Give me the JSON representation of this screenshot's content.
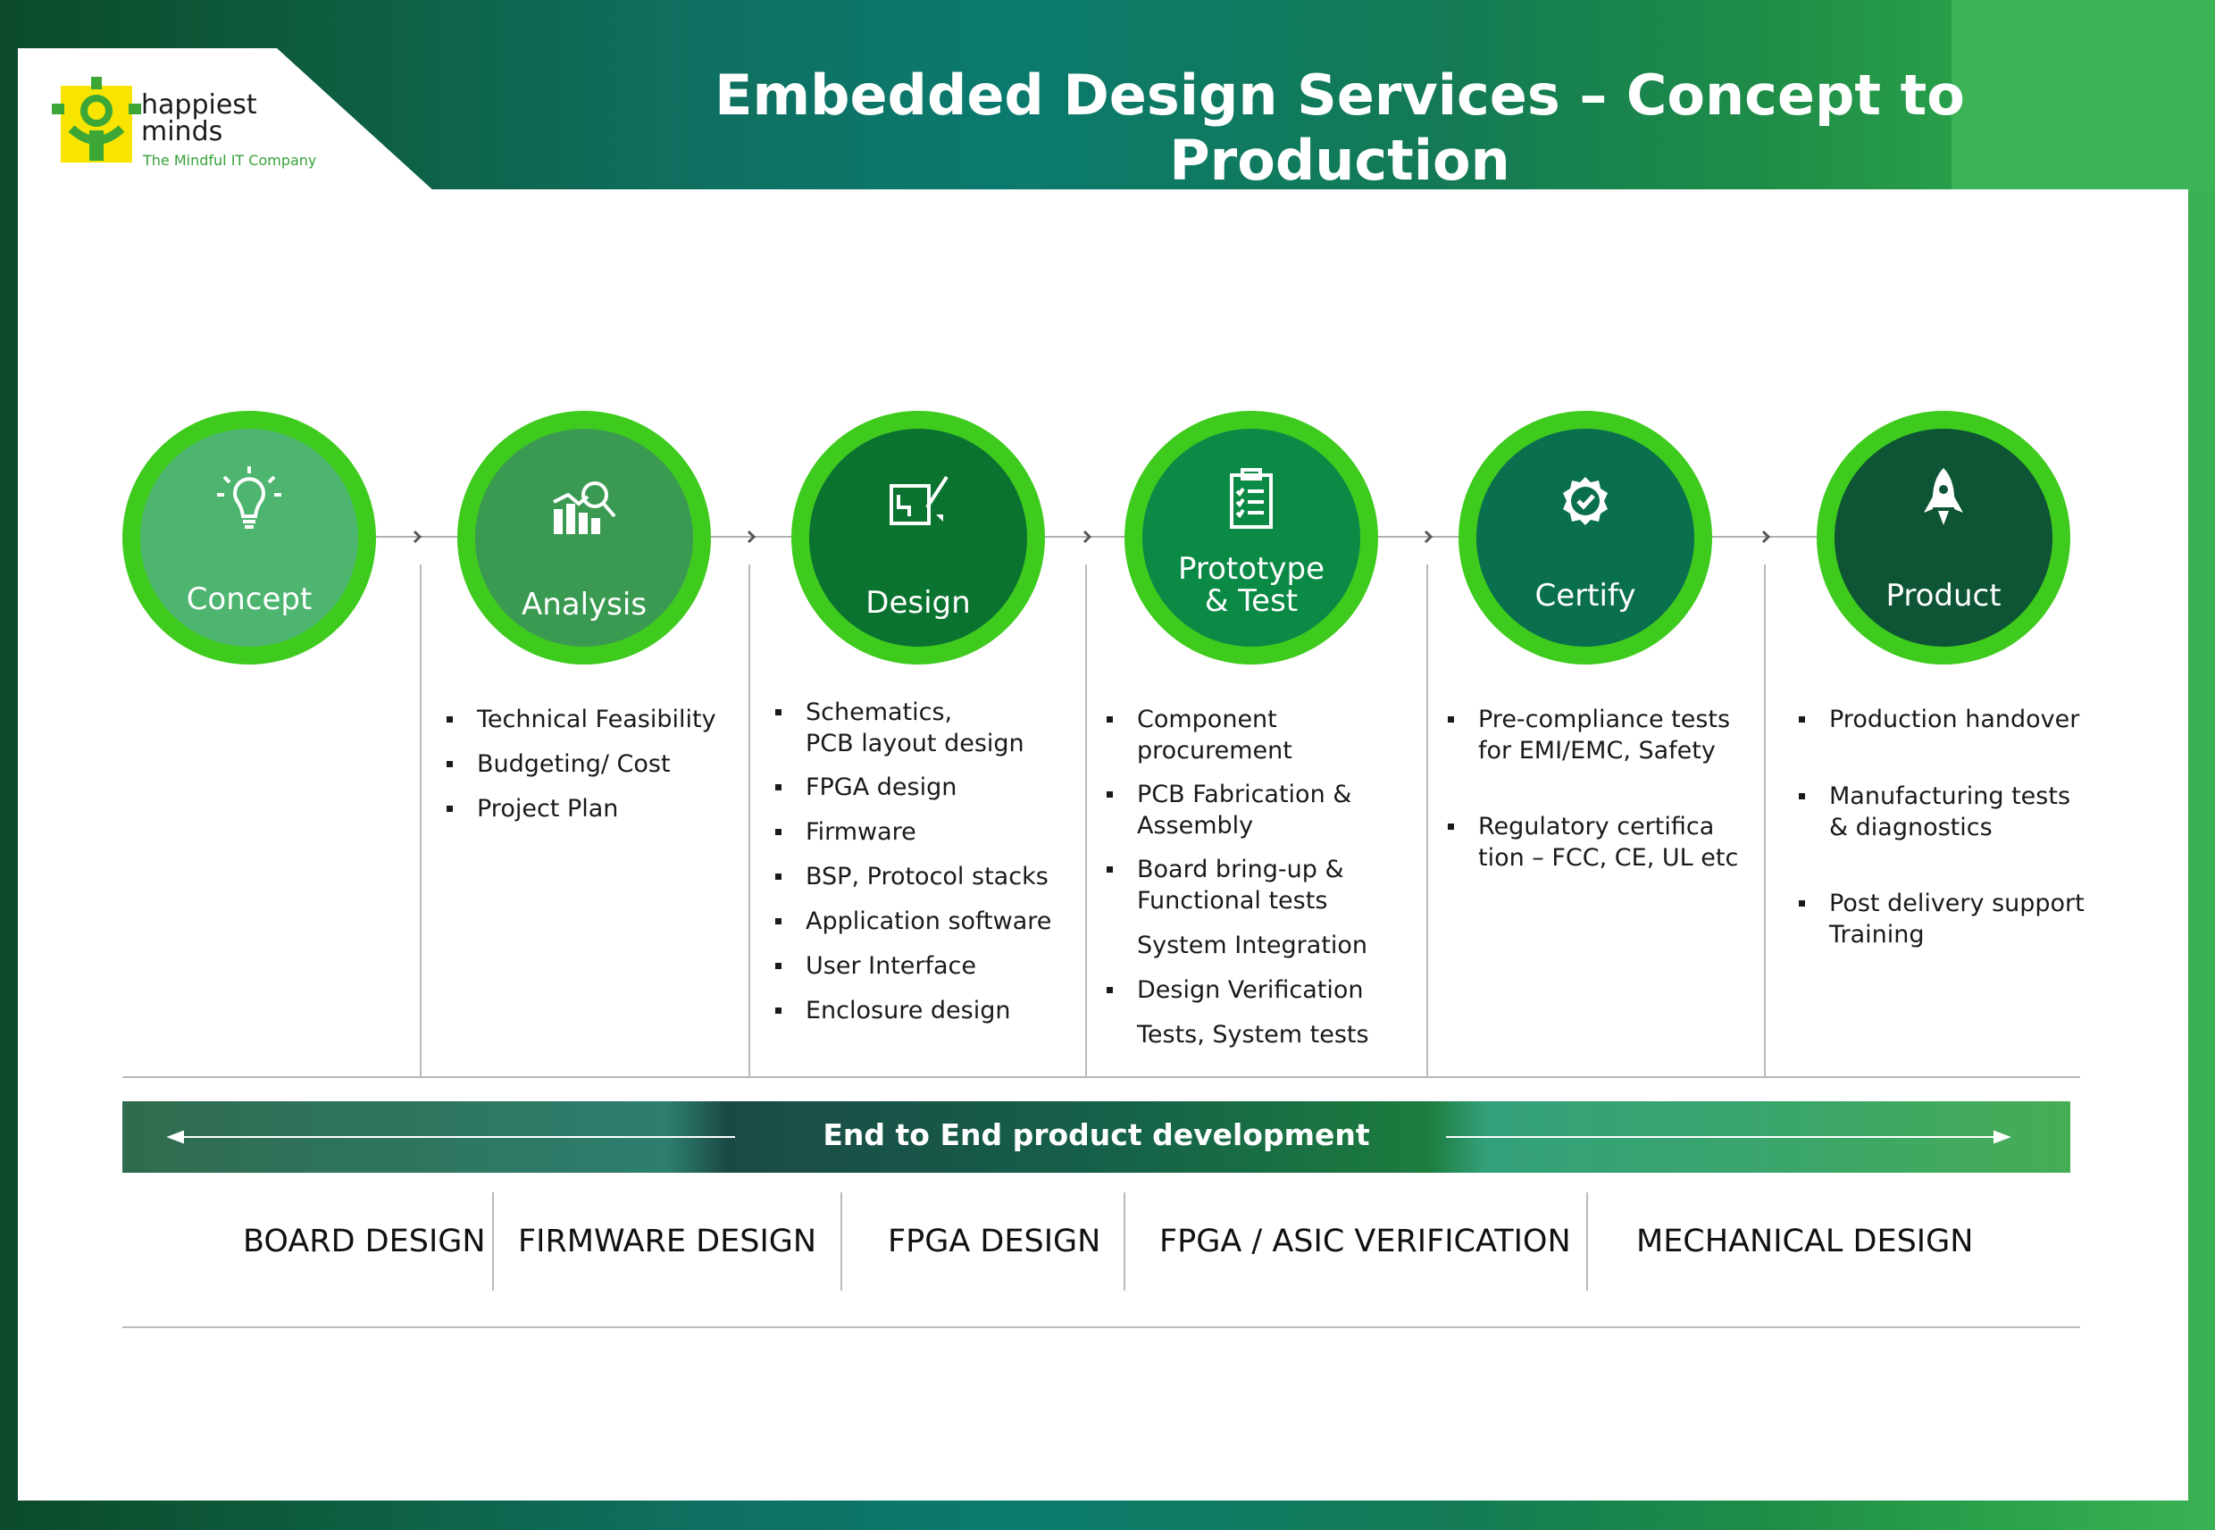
{
  "title": "Embedded Design Services – Concept to Production",
  "logo": {
    "line1": "happiest",
    "line2": "minds",
    "tagline": "The Mindful IT Company"
  },
  "stages": [
    {
      "label": "Concept",
      "icon": "lightbulb-icon",
      "color": "#4db56f",
      "bullets": []
    },
    {
      "label": "Analysis",
      "icon": "chart-magnifier-icon",
      "color": "#3b9a52",
      "bullets": [
        "Technical Feasibility",
        "Budgeting/ Cost",
        "Project Plan"
      ]
    },
    {
      "label": "Design",
      "icon": "design-edit-icon",
      "color": "#0b7330",
      "bullets": [
        "Schematics,",
        " PCB layout design",
        "FPGA design",
        "Firmware",
        "BSP,  Protocol stacks",
        "Application software",
        "User Interface",
        "Enclosure design"
      ]
    },
    {
      "label_line1": "Prototype",
      "label_line2": "& Test",
      "icon": "clipboard-icon",
      "color": "#0b8a46",
      "bullets": [
        "Component",
        "procurement",
        "PCB Fabrication &",
        "Assembly",
        "Board bring-up &",
        "Functional tests",
        "System Integration",
        "Design Verification",
        "Tests, System tests"
      ]
    },
    {
      "label": "Certify",
      "icon": "badge-check-icon",
      "color": "#0a6f4d",
      "bullets": [
        "Pre-compliance tests",
        " for EMI/EMC, Safety",
        "Regulatory certifica",
        "tion – FCC, CE, UL etc"
      ]
    },
    {
      "label": "Product",
      "icon": "rocket-icon",
      "color": "#0d5534",
      "bullets": [
        "Production handover",
        "Manufacturing tests",
        "& diagnostics",
        "Post delivery support",
        "Training"
      ]
    }
  ],
  "band": {
    "label": "End to End product development"
  },
  "capabilities": [
    "BOARD DESIGN",
    "FIRMWARE DESIGN",
    "FPGA DESIGN",
    "FPGA / ASIC VERIFICATION",
    "MECHANICAL DESIGN"
  ]
}
